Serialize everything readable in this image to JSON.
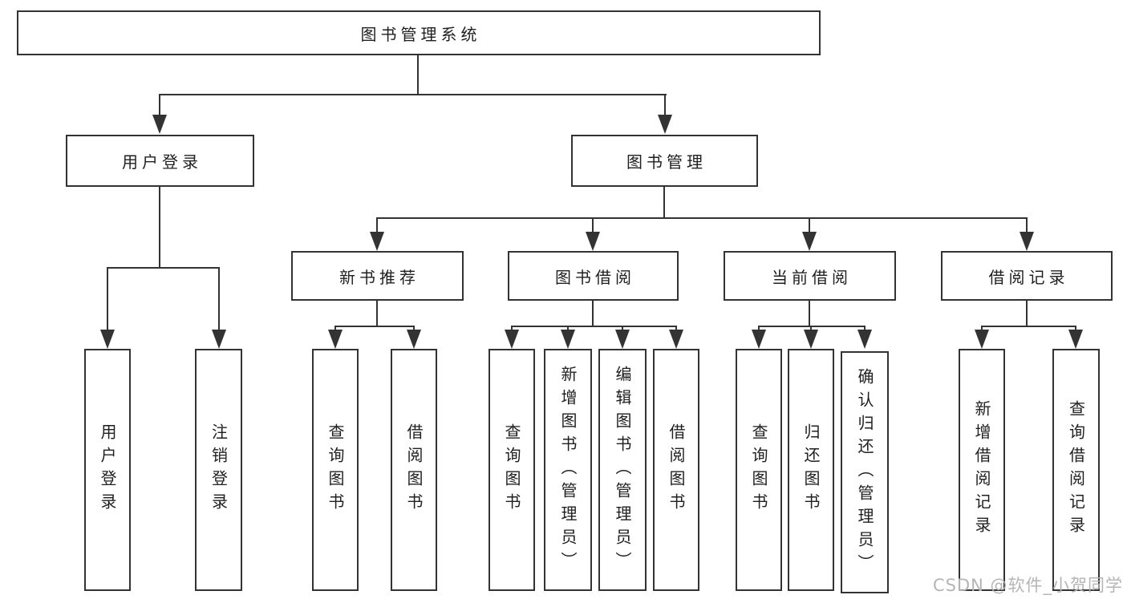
{
  "diagram": {
    "root": {
      "label": "图书管理系统"
    },
    "user_login": {
      "label": "用户登录",
      "children": [
        {
          "label": "用户登录"
        },
        {
          "label": "注销登录"
        }
      ]
    },
    "book_management": {
      "label": "图书管理",
      "sections": [
        {
          "label": "新书推荐",
          "children": [
            {
              "label": "查询图书"
            },
            {
              "label": "借阅图书"
            }
          ]
        },
        {
          "label": "图书借阅",
          "children": [
            {
              "label": "查询图书"
            },
            {
              "label": "新增图书（管理员）"
            },
            {
              "label": "编辑图书（管理员）"
            },
            {
              "label": "借阅图书"
            }
          ]
        },
        {
          "label": "当前借阅",
          "children": [
            {
              "label": "查询图书"
            },
            {
              "label": "归还图书"
            },
            {
              "label": "确认归还（管理员）"
            }
          ]
        },
        {
          "label": "借阅记录",
          "children": [
            {
              "label": "新增借阅记录"
            },
            {
              "label": "查询借阅记录"
            }
          ]
        }
      ]
    }
  },
  "watermark": {
    "text": "CSDN @软件_小贺同学"
  },
  "colors": {
    "line": "#333333",
    "text": "#1f1f1f",
    "watermark": "#b5b5b5",
    "background": "#ffffff"
  }
}
